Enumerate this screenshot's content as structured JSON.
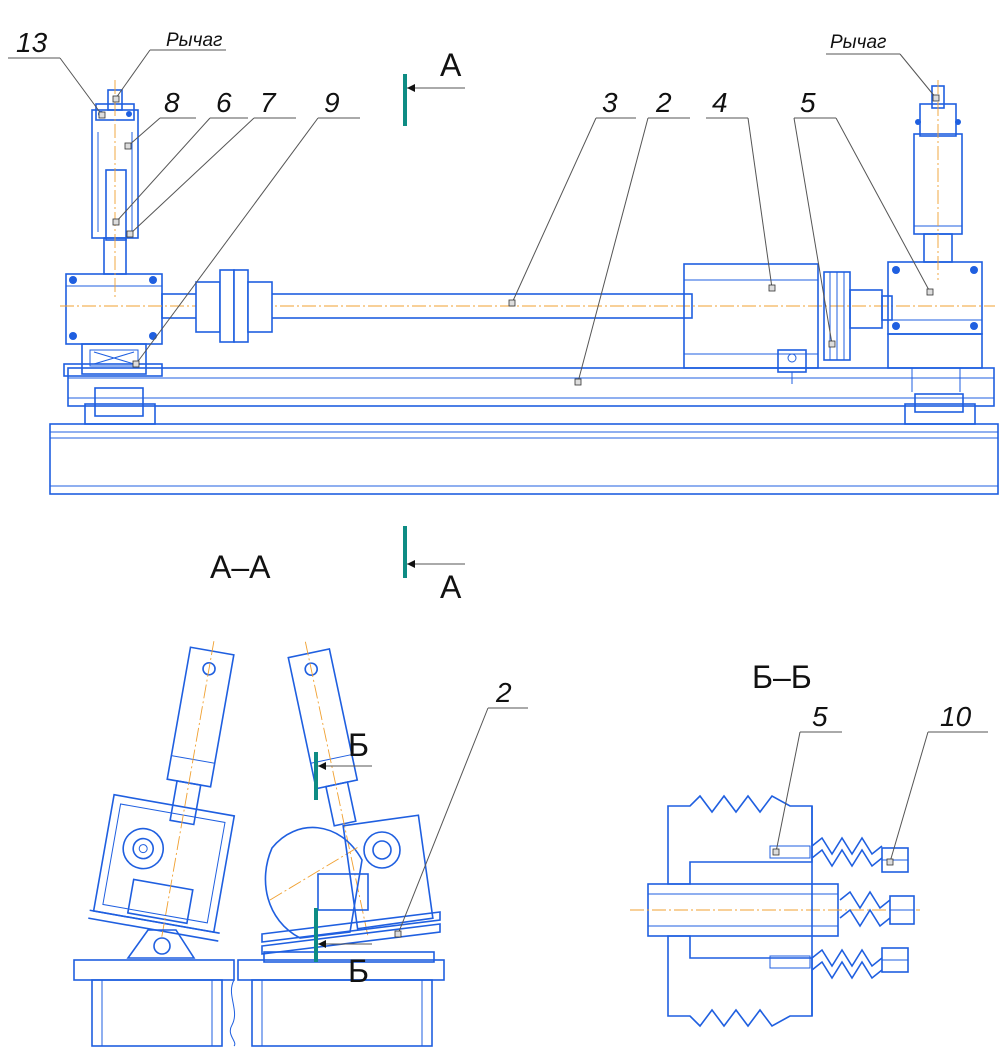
{
  "labels": {
    "lever_left": "Рычаг",
    "lever_right": "Рычаг",
    "n13": "13",
    "n8": "8",
    "n6": "6",
    "n7": "7",
    "n9": "9",
    "n3": "3",
    "n2_top": "2",
    "n4": "4",
    "n5_top": "5",
    "n2_section": "2",
    "n5_detail": "5",
    "n10": "10"
  },
  "sections": {
    "a_letter_top": "А",
    "a_letter_bottom": "А",
    "aa_title": "А–А",
    "b_letter_top": "Б",
    "b_letter_bottom": "Б",
    "bb_title": "Б–Б"
  },
  "colors": {
    "line": "#1f5fe0",
    "axis": "#f0a030",
    "cut_plane": "#0e8c84",
    "text": "#111111"
  }
}
